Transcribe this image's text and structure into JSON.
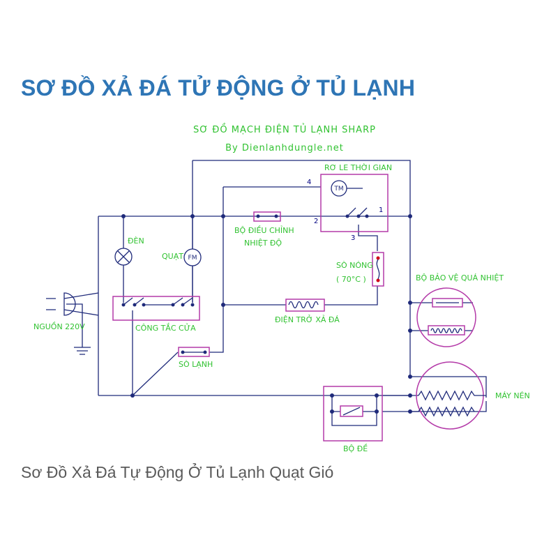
{
  "title": "SƠ ĐỒ XẢ ĐÁ TỬ ĐỘNG Ở TỦ LẠNH",
  "caption": "Sơ Đồ Xả Đá Tự Động Ở Tủ Lạnh Quạt Gió",
  "diagram": {
    "heading": "SƠ ĐỒ MẠCH ĐIỆN TỦ LẠNH SHARP",
    "byline": "By Dienlanhdungle.net",
    "labels": {
      "timer_relay": "RƠ LE THỜI GIAN",
      "lamp": "ĐÈN",
      "fan": "QUẠT",
      "fan_symbol": "FM",
      "timer_motor": "TM",
      "thermostat_line1": "BỘ ĐIỀU CHỈNH",
      "thermostat_line2": "NHIỆT ĐỘ",
      "bimetal_line1": "SÒ NÓNG",
      "bimetal_line2": "( 70°C )",
      "overheat_protector": "BỘ BẢO VỆ QUÁ NHIỆT",
      "power": "NGUỒN 220V",
      "door_switch": "CÔNG TẮC CỬA",
      "defrost_heater": "ĐIỆN TRỞ XẢ ĐÁ",
      "cold_sensor": "SÒ LẠNH",
      "compressor": "MÁY NÉN",
      "starter": "BỘ ĐỀ"
    },
    "terminals": [
      "4",
      "2",
      "1",
      "3"
    ]
  }
}
